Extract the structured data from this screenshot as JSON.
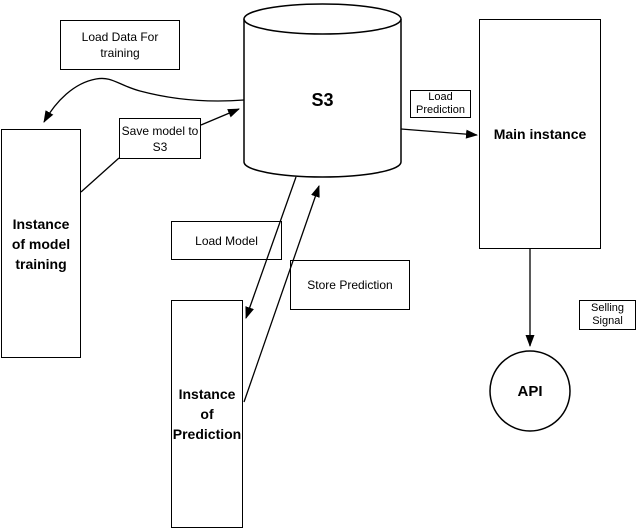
{
  "diagram": {
    "background": "#ffffff",
    "stroke_color": "#000000",
    "fill_color": "#ffffff",
    "nodes": {
      "training": {
        "label": "Instance of model training",
        "lines": [
          "Instance",
          "of model",
          "training"
        ]
      },
      "s3": {
        "label": "S3"
      },
      "main_instance": {
        "label": "Main instance"
      },
      "prediction": {
        "label": "Instance of Prediction",
        "lines": [
          "Instance",
          "of",
          "Prediction"
        ]
      },
      "api": {
        "label": "API"
      }
    },
    "edge_labels": {
      "load_data": {
        "label": "Load Data For training",
        "lines": [
          "Load Data For",
          "training"
        ]
      },
      "save_model": {
        "label": "Save model to S3",
        "lines": [
          "Save model to",
          "S3"
        ]
      },
      "load_model": {
        "label": "Load Model"
      },
      "store_prediction": {
        "label": "Store Prediction"
      },
      "load_prediction": {
        "label": "Load Prediction",
        "lines": [
          "Load",
          "Prediction"
        ]
      },
      "selling_signal": {
        "label": "Selling Signal",
        "lines": [
          "Selling",
          "Signal"
        ]
      }
    }
  }
}
